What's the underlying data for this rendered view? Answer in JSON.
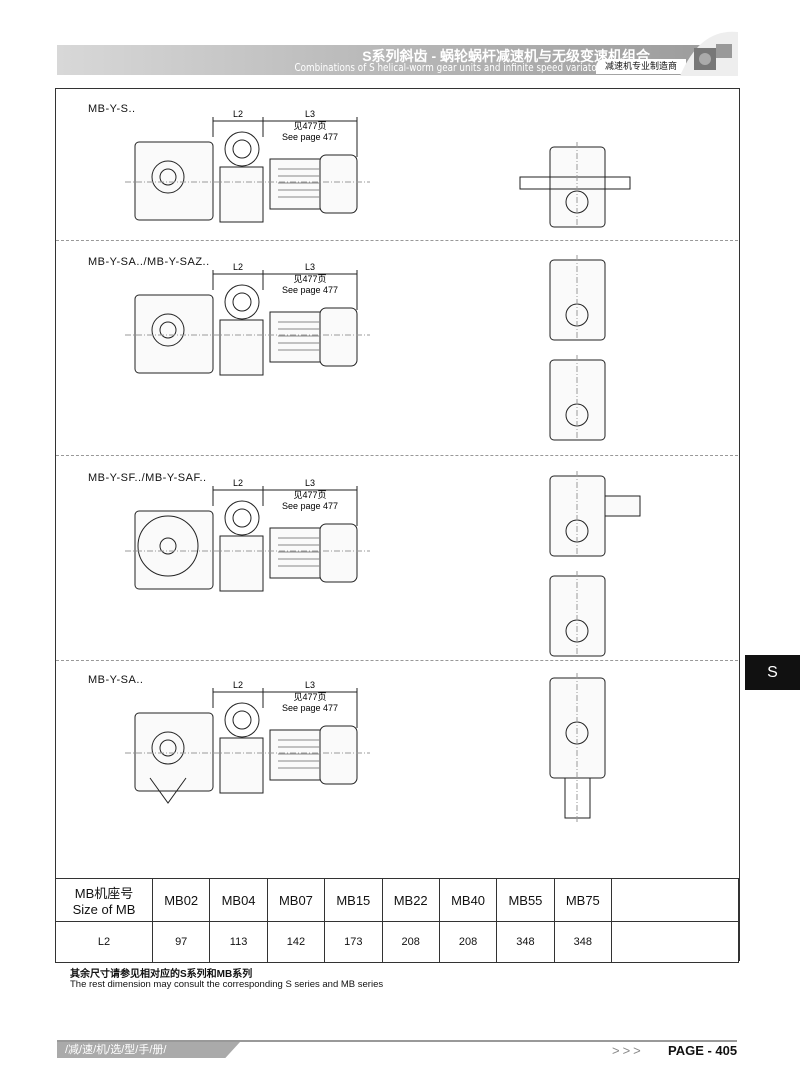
{
  "header": {
    "title_cn": "S系列斜齿 - 蜗轮蜗杆减速机与无级变速机组合",
    "title_en": "Combinations of S helical-worm gear units and infinite speed variator",
    "badge": "减速机专业制造商"
  },
  "sections": [
    {
      "model": "MB-Y-S..",
      "l2": "L2",
      "l3": "L3",
      "ref_cn": "见477页",
      "ref_en": "See page 477"
    },
    {
      "model": "MB-Y-SA../MB-Y-SAZ..",
      "l2": "L2",
      "l3": "L3",
      "ref_cn": "见477页",
      "ref_en": "See page 477"
    },
    {
      "model": "MB-Y-SF../MB-Y-SAF..",
      "l2": "L2",
      "l3": "L3",
      "ref_cn": "见477页",
      "ref_en": "See page 477"
    },
    {
      "model": "MB-Y-SA..",
      "l2": "L2",
      "l3": "L3",
      "ref_cn": "见477页",
      "ref_en": "See page 477"
    }
  ],
  "side_tab": "S",
  "table": {
    "header_cn": "MB机座号",
    "header_en": "Size of MB",
    "sizes": [
      "MB02",
      "MB04",
      "MB07",
      "MB15",
      "MB22",
      "MB40",
      "MB55",
      "MB75"
    ],
    "row_label": "L2",
    "l2": [
      "97",
      "113",
      "142",
      "173",
      "208",
      "208",
      "348",
      "348"
    ]
  },
  "notes": {
    "cn": "其余尺寸请参见相对应的S系列和MB系列",
    "en": "The rest dimension may consult the corresponding S series and MB series"
  },
  "footer": {
    "tag": "/减/速/机/选/型/手/册/",
    "arrows": ">>>",
    "page": "PAGE - 405"
  }
}
